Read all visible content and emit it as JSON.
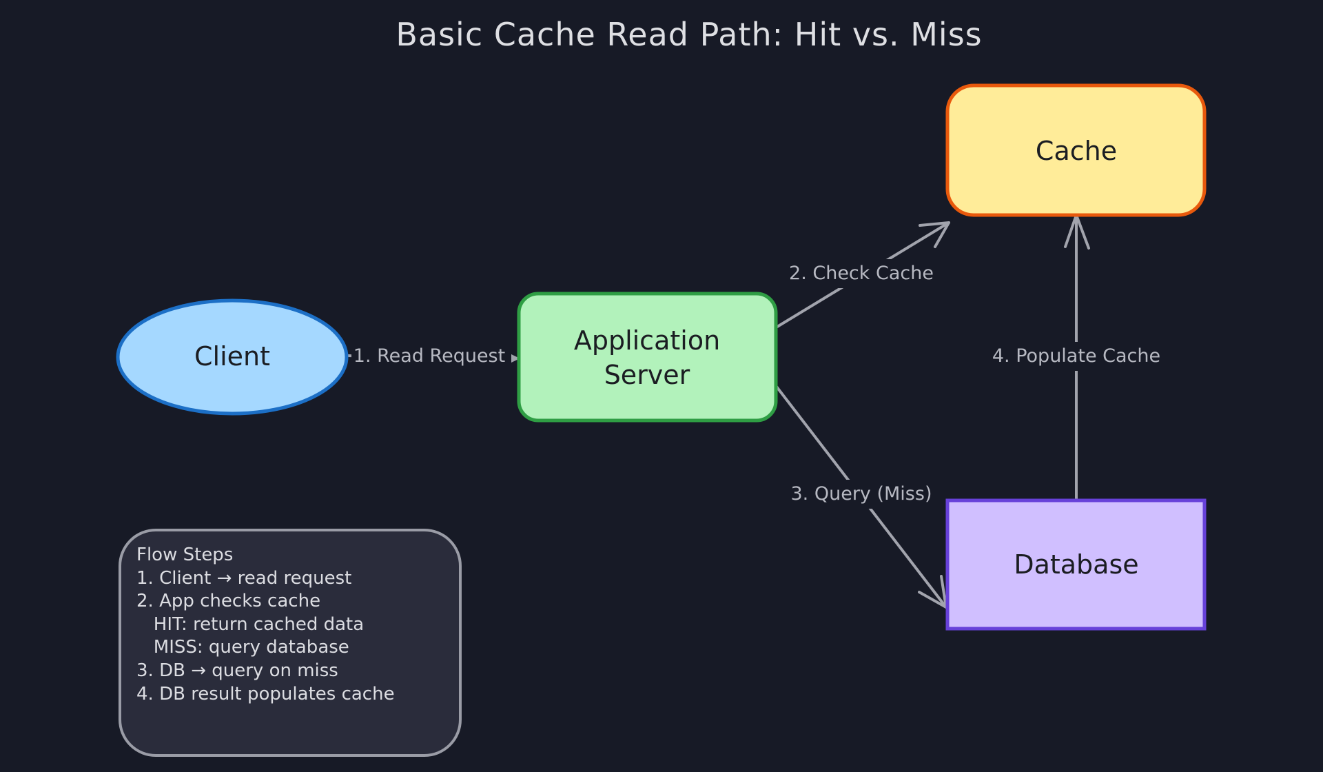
{
  "diagram": {
    "title": "Basic Cache Read Path: Hit vs. Miss",
    "colors": {
      "background": "#171a26",
      "client_fill": "#a5d8ff",
      "client_stroke": "#1c6fc6",
      "app_fill": "#b2f2bb",
      "app_stroke": "#2f9e44",
      "cache_fill": "#ffec99",
      "cache_stroke": "#e8590c",
      "database_fill": "#d0bfff",
      "database_stroke": "#6741d9",
      "edge": "#a2a4ad"
    },
    "nodes": {
      "client": {
        "label": "Client"
      },
      "app": {
        "line1": "Application",
        "line2": "Server"
      },
      "cache": {
        "label": "Cache"
      },
      "database": {
        "label": "Database"
      }
    },
    "edges": {
      "read_request": "1. Read Request",
      "check_cache": "2. Check Cache",
      "query_miss": "3. Query (Miss)",
      "populate_cache": "4. Populate Cache"
    },
    "legend": {
      "heading": "Flow Steps",
      "lines": [
        "1. Client → read request",
        "2. App checks cache",
        "   HIT: return cached data",
        "   MISS: query database",
        "3. DB → query on miss",
        "4. DB result populates cache"
      ]
    }
  }
}
